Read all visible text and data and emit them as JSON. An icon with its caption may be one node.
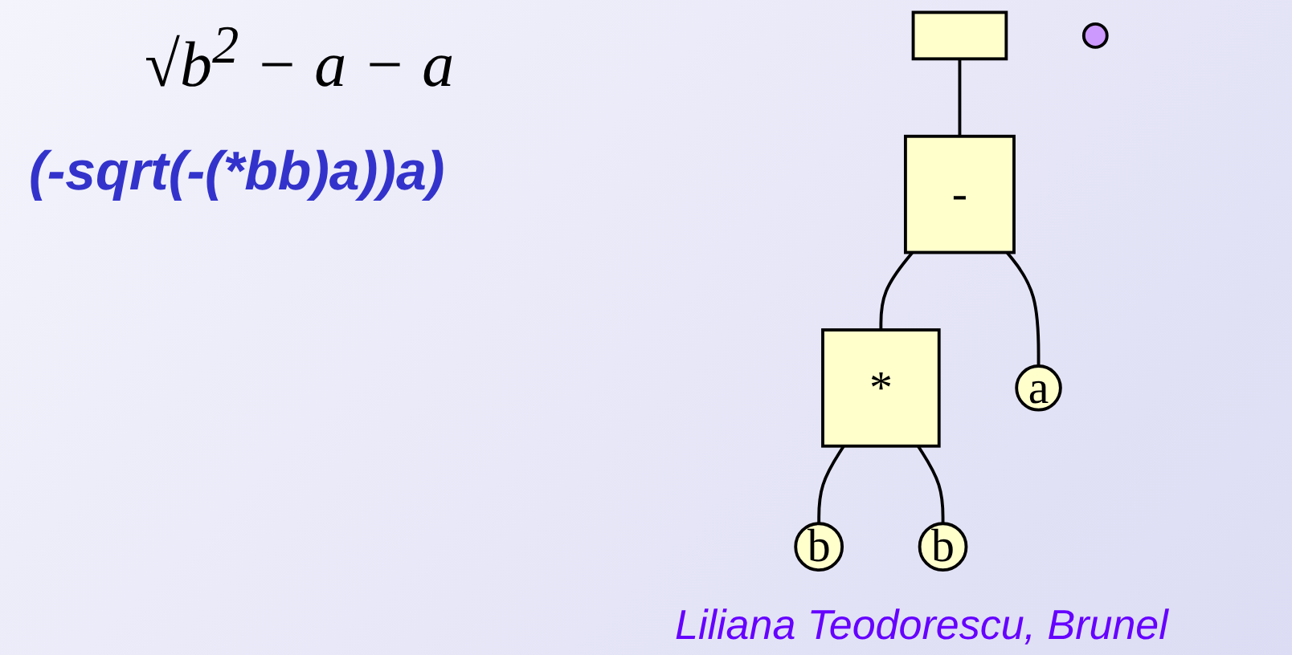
{
  "diagram": {
    "nodes": [
      {
        "text": [],
        "shape": "box"
      },
      {
        "text": [
          "-"
        ]
      },
      {
        "text": [
          "*"
        ]
      },
      {
        "text": [
          "a"
        ]
      },
      {
        "text": [
          "b"
        ]
      },
      {
        "text": [
          "b"
        ]
      },
      {
        "text": [],
        "shape": "circle"
      }
    ],
    "edges": [
      {
        "from": 0,
        "to": 1,
        "arrow": "none"
      },
      {
        "from": 1,
        "to": 2,
        "arrow": "none"
      },
      {
        "from": 1,
        "to": 3,
        "arrow": "none"
      },
      {
        "from": 2,
        "to": 4,
        "arrow": "none"
      },
      {
        "from": 2,
        "to": 5,
        "arrow": "none"
      }
    ],
    "labels": [
      "√b$^{2}$ − a − a",
      "(-sqrt(-(*bb)a))a)",
      "Liliana Teodorescu, Brunel"
    ]
  }
}
